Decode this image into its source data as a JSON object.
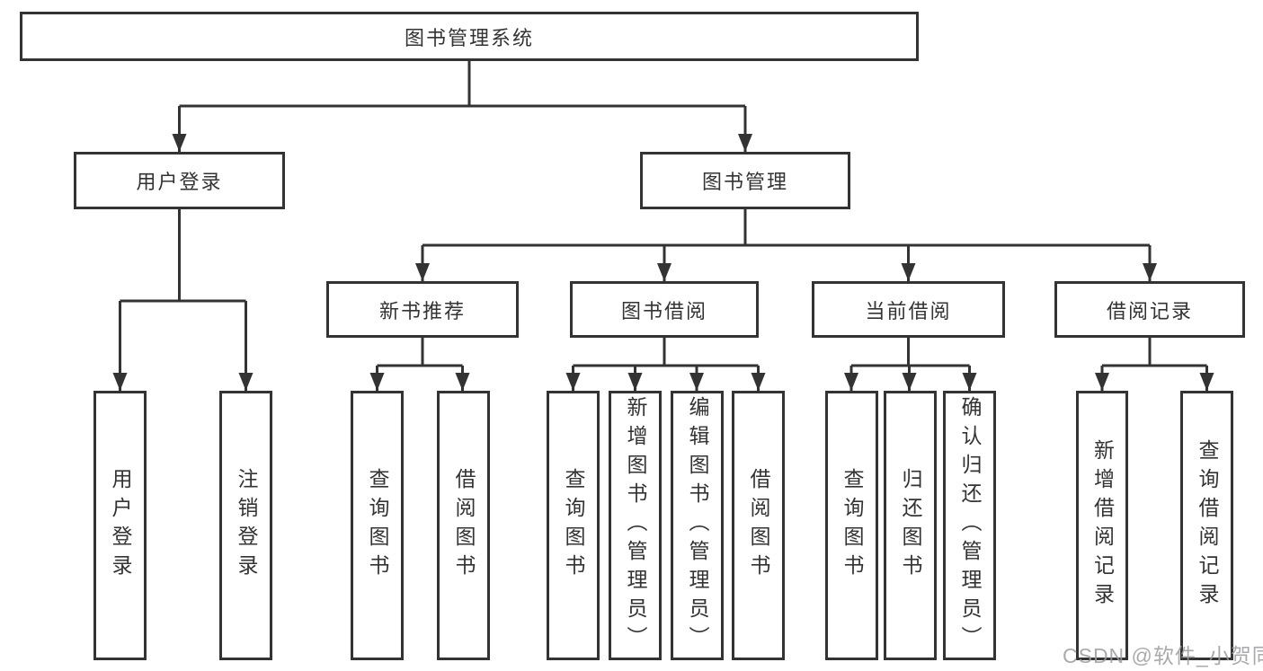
{
  "tree": {
    "root": {
      "label": "图书管理系统"
    },
    "user_login": {
      "label": "用户登录",
      "children": [
        {
          "label": "用户登录"
        },
        {
          "label": "注销登录"
        }
      ]
    },
    "book_management": {
      "label": "图书管理",
      "modules": [
        {
          "label": "新书推荐",
          "children": [
            {
              "label": "查询图书"
            },
            {
              "label": "借阅图书"
            }
          ]
        },
        {
          "label": "图书借阅",
          "children": [
            {
              "label": "查询图书"
            },
            {
              "label": "新增图书（管理员）"
            },
            {
              "label": "编辑图书（管理员）"
            },
            {
              "label": "借阅图书"
            }
          ]
        },
        {
          "label": "当前借阅",
          "children": [
            {
              "label": "查询图书"
            },
            {
              "label": "归还图书"
            },
            {
              "label": "确认归还（管理员）"
            }
          ]
        },
        {
          "label": "借阅记录",
          "children": [
            {
              "label": "新增借阅记录"
            },
            {
              "label": "查询借阅记录"
            }
          ]
        }
      ]
    }
  },
  "watermark": {
    "label": "CSDN @软件_小贺同学",
    "color": "#9b9b9e"
  },
  "colors": {
    "line": "#333333",
    "box_border": "#333333",
    "text": "#333333",
    "background": "#ffffff"
  }
}
